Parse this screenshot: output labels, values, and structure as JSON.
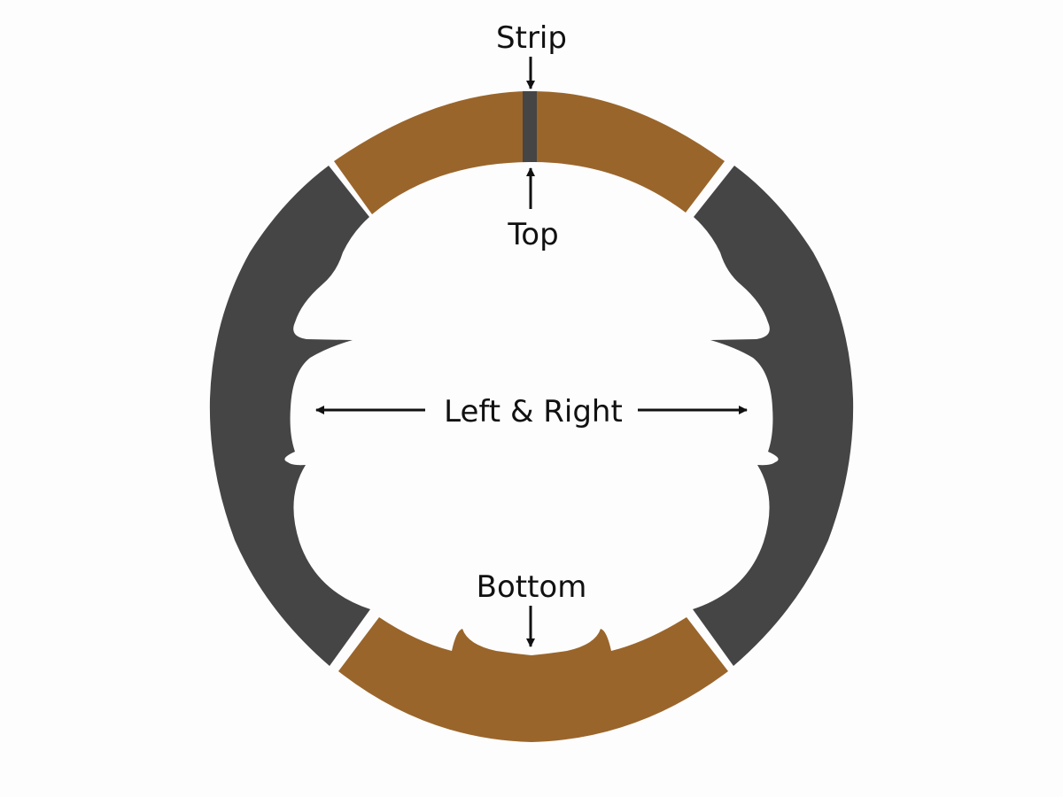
{
  "labels": {
    "strip": "Strip",
    "top": "Top",
    "left_right": "Left & Right",
    "bottom": "Bottom"
  },
  "colors": {
    "leather_brown": "#9a652b",
    "dark_gray": "#454545",
    "background": "#fdfdfd",
    "text": "#111111"
  }
}
